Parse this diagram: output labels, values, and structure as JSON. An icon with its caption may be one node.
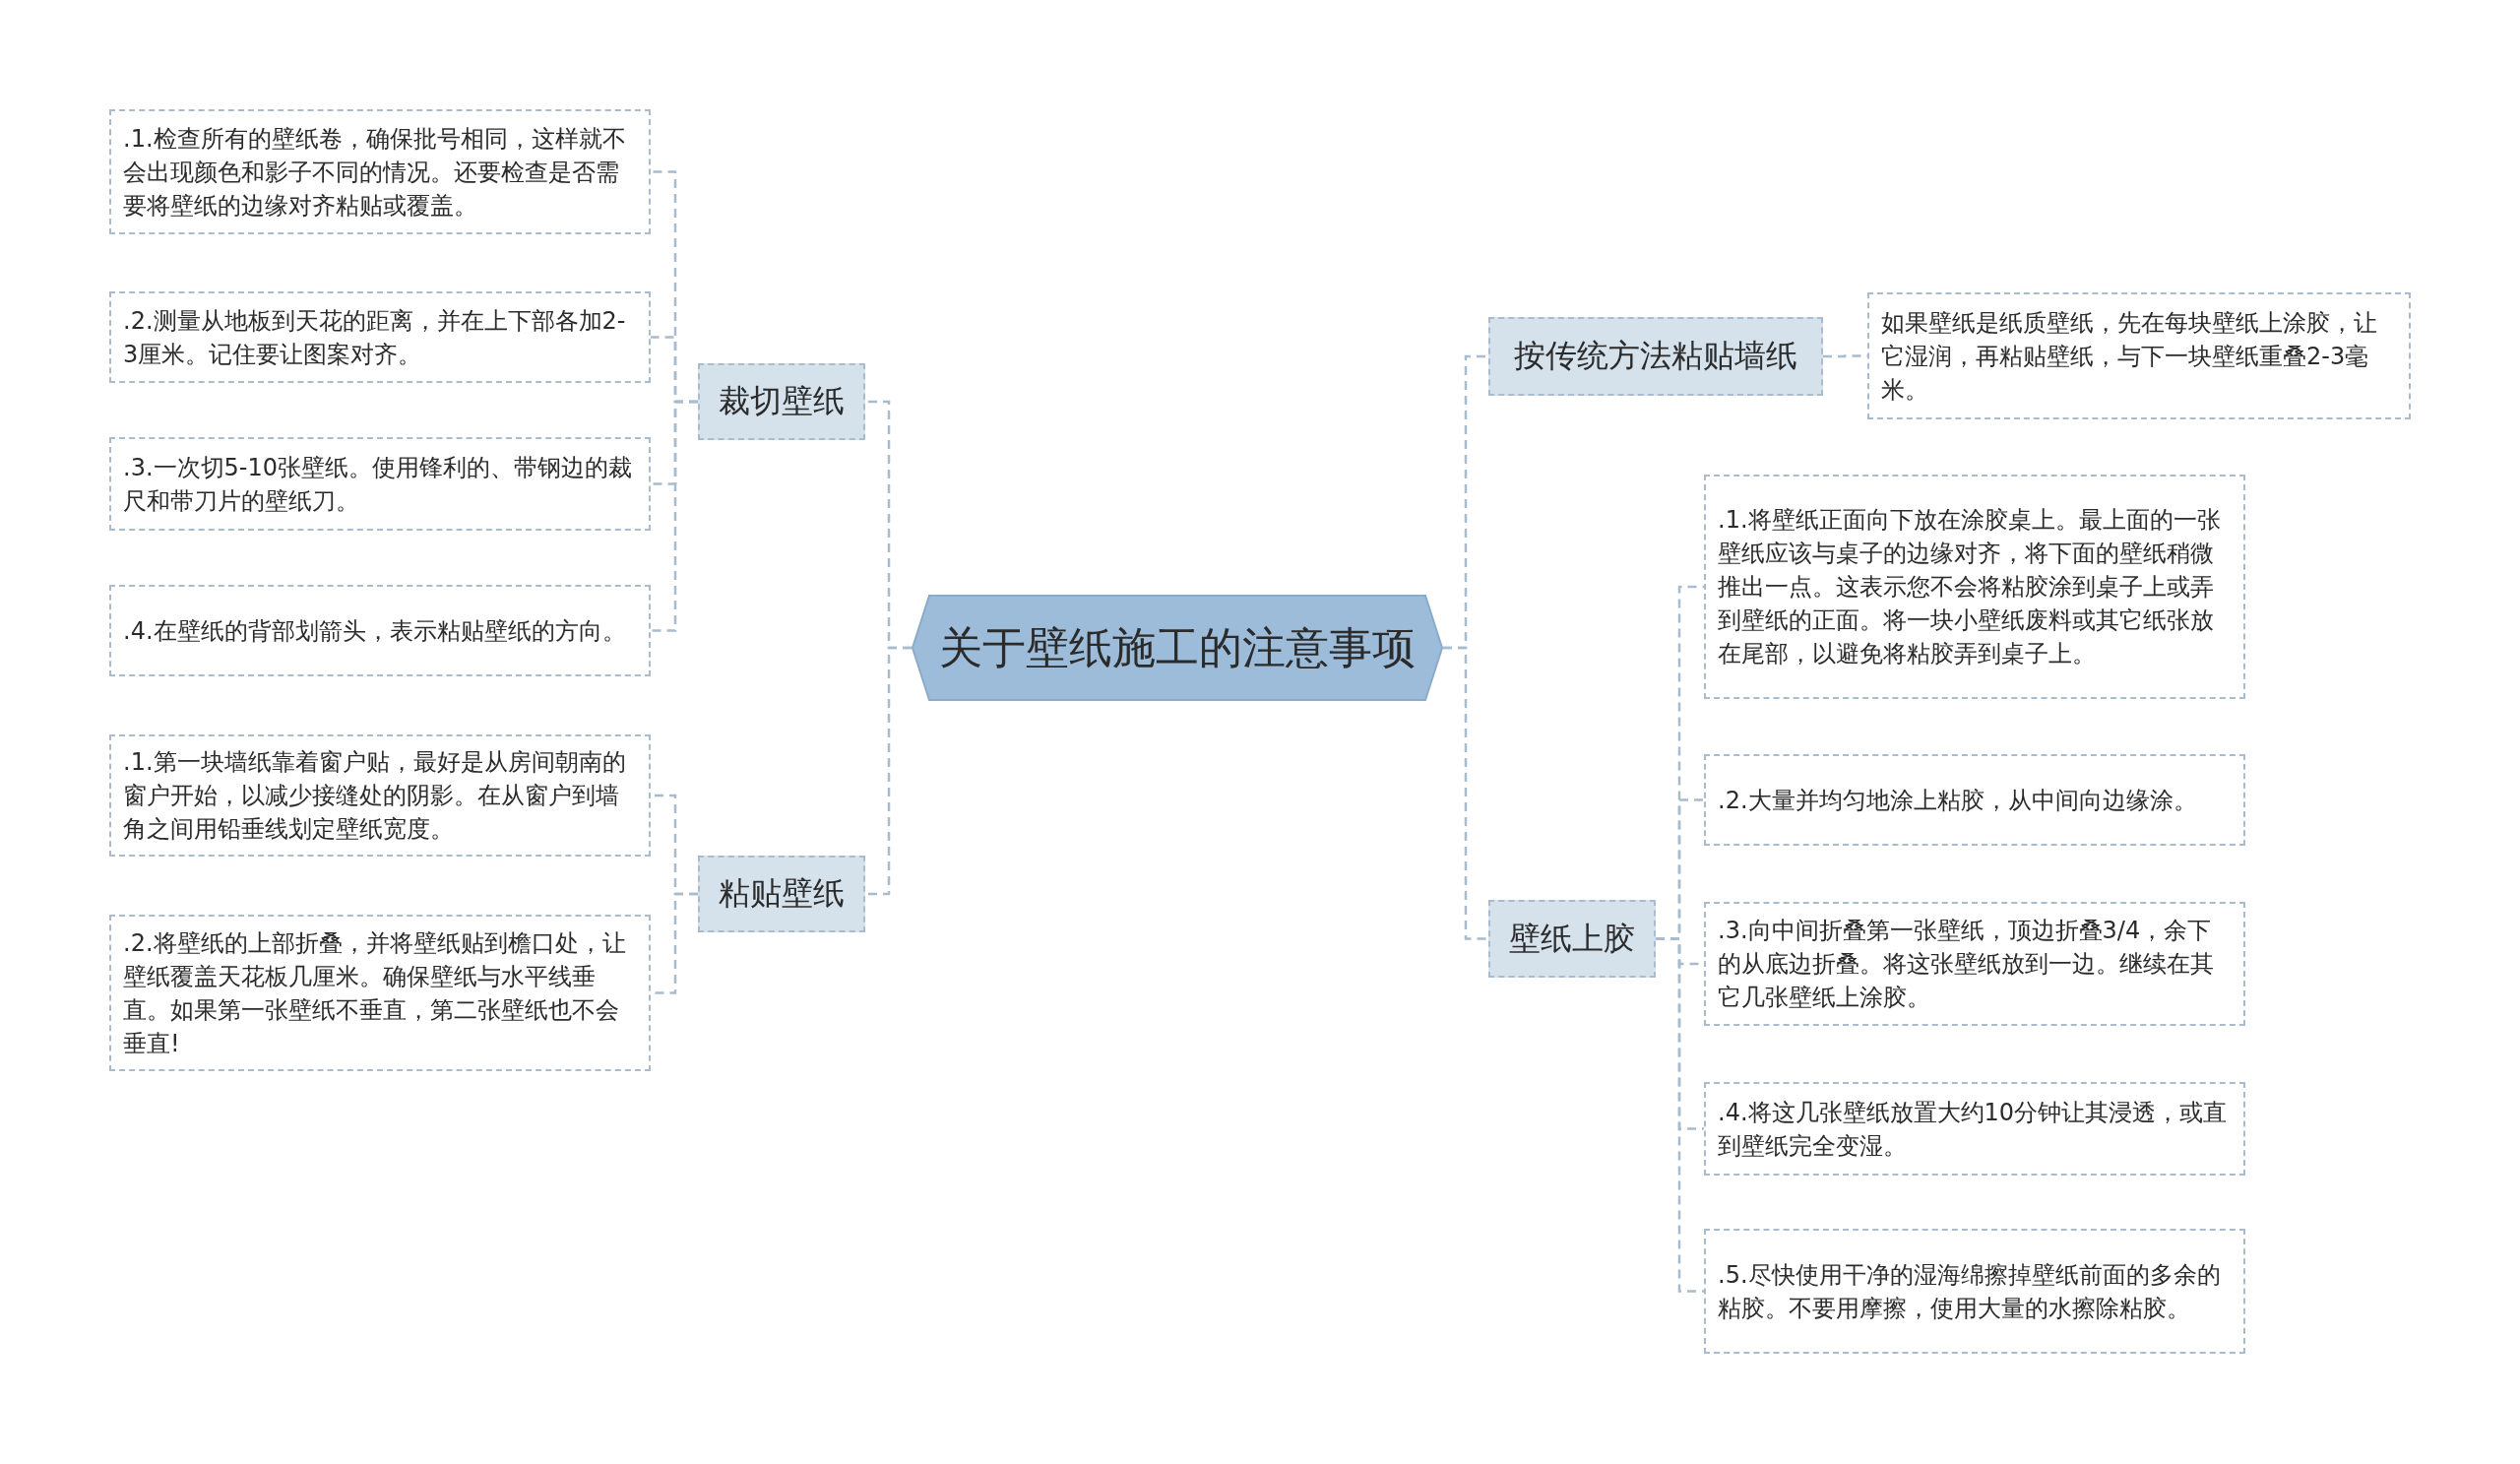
{
  "diagram": {
    "nodes": [
      {
        "text": [
          "关于壁纸施工的注意事项"
        ]
      },
      {
        "text": [
          "裁切壁纸"
        ]
      },
      {
        "text": [
          ".1.检查所有的壁纸卷，确保批号相同，这样就不会出现颜色和影子不同的情况。还要检查是否需要将壁纸的边缘对齐粘贴或覆盖。"
        ]
      },
      {
        "text": [
          ".2.测量从地板到天花的距离，并在上下部各加2-3厘米。记住要让图案对齐。"
        ]
      },
      {
        "text": [
          ".3.一次切5-10张壁纸。使用锋利的、带钢边的裁尺和带刀片的壁纸刀。"
        ]
      },
      {
        "text": [
          ".4.在壁纸的背部划箭头，表示粘贴壁纸的方向。"
        ]
      },
      {
        "text": [
          "粘贴壁纸"
        ]
      },
      {
        "text": [
          ".1.第一块墙纸靠着窗户贴，最好是从房间朝南的窗户开始，以减少接缝处的阴影。在从窗户到墙角之间用铅垂线划定壁纸宽度。"
        ]
      },
      {
        "text": [
          ".2.将壁纸的上部折叠，并将壁纸贴到檐口处，让壁纸覆盖天花板几厘米。确保壁纸与水平线垂直。如果第一张壁纸不垂直，第二张壁纸也不会垂直!"
        ]
      },
      {
        "text": [
          "按传统方法粘贴墙纸"
        ]
      },
      {
        "text": [
          "如果壁纸是纸质壁纸，先在每块壁纸上涂胶，让它湿润，再粘贴壁纸，与下一块壁纸重叠2-3毫米。"
        ]
      },
      {
        "text": [
          "壁纸上胶"
        ]
      },
      {
        "text": [
          ".1.将壁纸正面向下放在涂胶桌上。最上面的一张壁纸应该与桌子的边缘对齐，将下面的壁纸稍微推出一点。这表示您不会将粘胶涂到桌子上或弄到壁纸的正面。将一块小壁纸废料或其它纸张放在尾部，以避免将粘胶弄到桌子上。"
        ]
      },
      {
        "text": [
          ".2.大量并均匀地涂上粘胶，从中间向边缘涂。"
        ]
      },
      {
        "text": [
          ".3.向中间折叠第一张壁纸，顶边折叠3/4，余下的从底边折叠。将这张壁纸放到一边。继续在其它几张壁纸上涂胶。"
        ]
      },
      {
        "text": [
          ".4.将这几张壁纸放置大约10分钟让其浸透，或直到壁纸完全变湿。"
        ]
      },
      {
        "text": [
          ".5.尽快使用干净的湿海绵擦掉壁纸前面的多余的粘胶。不要用摩擦，使用大量的水擦除粘胶。"
        ]
      }
    ],
    "edges": [
      {
        "from": 0,
        "to": 1,
        "arrow": "none"
      },
      {
        "from": 1,
        "to": 2,
        "arrow": "none"
      },
      {
        "from": 1,
        "to": 3,
        "arrow": "none"
      },
      {
        "from": 1,
        "to": 4,
        "arrow": "none"
      },
      {
        "from": 1,
        "to": 5,
        "arrow": "none"
      },
      {
        "from": 0,
        "to": 6,
        "arrow": "none"
      },
      {
        "from": 6,
        "to": 7,
        "arrow": "none"
      },
      {
        "from": 6,
        "to": 8,
        "arrow": "none"
      },
      {
        "from": 0,
        "to": 9,
        "arrow": "none"
      },
      {
        "from": 9,
        "to": 10,
        "arrow": "none"
      },
      {
        "from": 0,
        "to": 11,
        "arrow": "none"
      },
      {
        "from": 11,
        "to": 12,
        "arrow": "none"
      },
      {
        "from": 11,
        "to": 13,
        "arrow": "none"
      },
      {
        "from": 11,
        "to": 14,
        "arrow": "none"
      },
      {
        "from": 11,
        "to": 15,
        "arrow": "none"
      },
      {
        "from": 11,
        "to": 16,
        "arrow": "none"
      }
    ]
  }
}
